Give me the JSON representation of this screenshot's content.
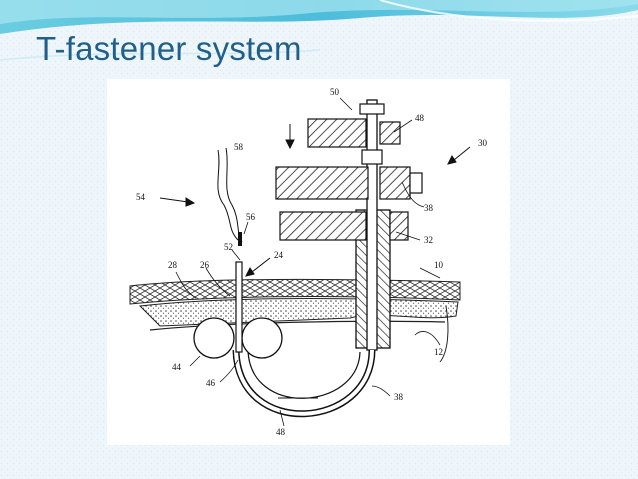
{
  "slide": {
    "title": "T-fastener system"
  },
  "figure": {
    "labels": {
      "l10": "10",
      "l12": "12",
      "l24": "24",
      "l26": "26",
      "l28": "28",
      "l30": "30",
      "l32": "32",
      "l38a": "38",
      "l38b": "38",
      "l44": "44",
      "l46": "46",
      "l48a": "48",
      "l48b": "48",
      "l50": "50",
      "l52": "52",
      "l54": "54",
      "l56": "56",
      "l58": "58"
    }
  }
}
